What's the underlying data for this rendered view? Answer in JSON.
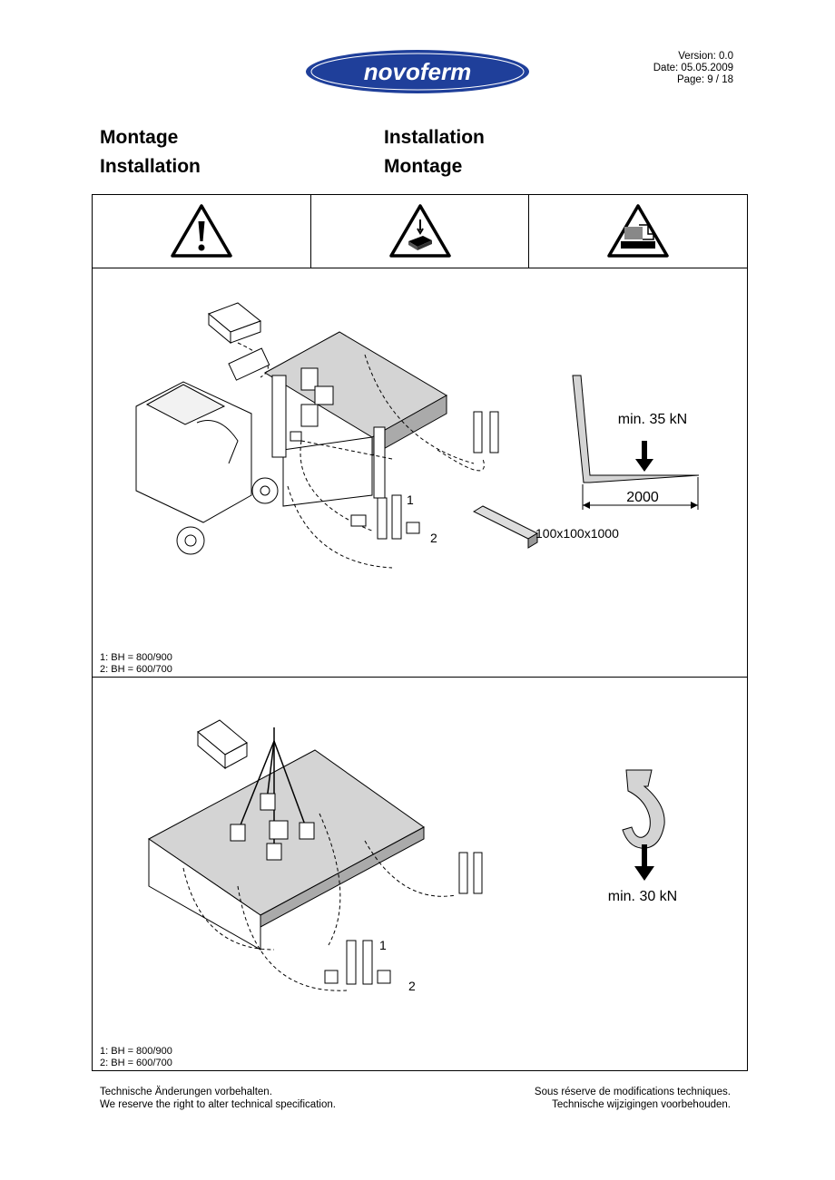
{
  "header": {
    "logo_text": "novoferm",
    "version": "Version: 0.0",
    "date": "Date: 05.05.2009",
    "page": "Page: 9 / 18"
  },
  "titles": {
    "left_line1": "Montage",
    "left_line2": "Installation",
    "right_line1": "Installation",
    "right_line2": "Montage"
  },
  "warning_icons": [
    "warning-exclamation-icon",
    "falling-load-warning-icon",
    "crush-hazard-warning-icon"
  ],
  "panel1": {
    "callout_1": "1",
    "callout_2": "2",
    "timber_size": "100x100x1000",
    "fork_load": "min. 35 kN",
    "fork_length": "2000",
    "legend_1": "1: BH = 800/900",
    "legend_2": "2: BH = 600/700"
  },
  "panel2": {
    "callout_1": "1",
    "callout_2": "2",
    "hook_load": "min. 30 kN",
    "legend_1": "1: BH = 800/900",
    "legend_2": "2: BH = 600/700"
  },
  "footer": {
    "left_line1": "Technische Änderungen vorbehalten.",
    "left_line2": "We reserve the right to alter technical specification.",
    "right_line1": "Sous réserve de modifications techniques.",
    "right_line2": "Technische wijzigingen voorbehouden."
  },
  "colors": {
    "logo_blue": "#1f3f9a",
    "platform_gray": "#d4d4d4"
  }
}
